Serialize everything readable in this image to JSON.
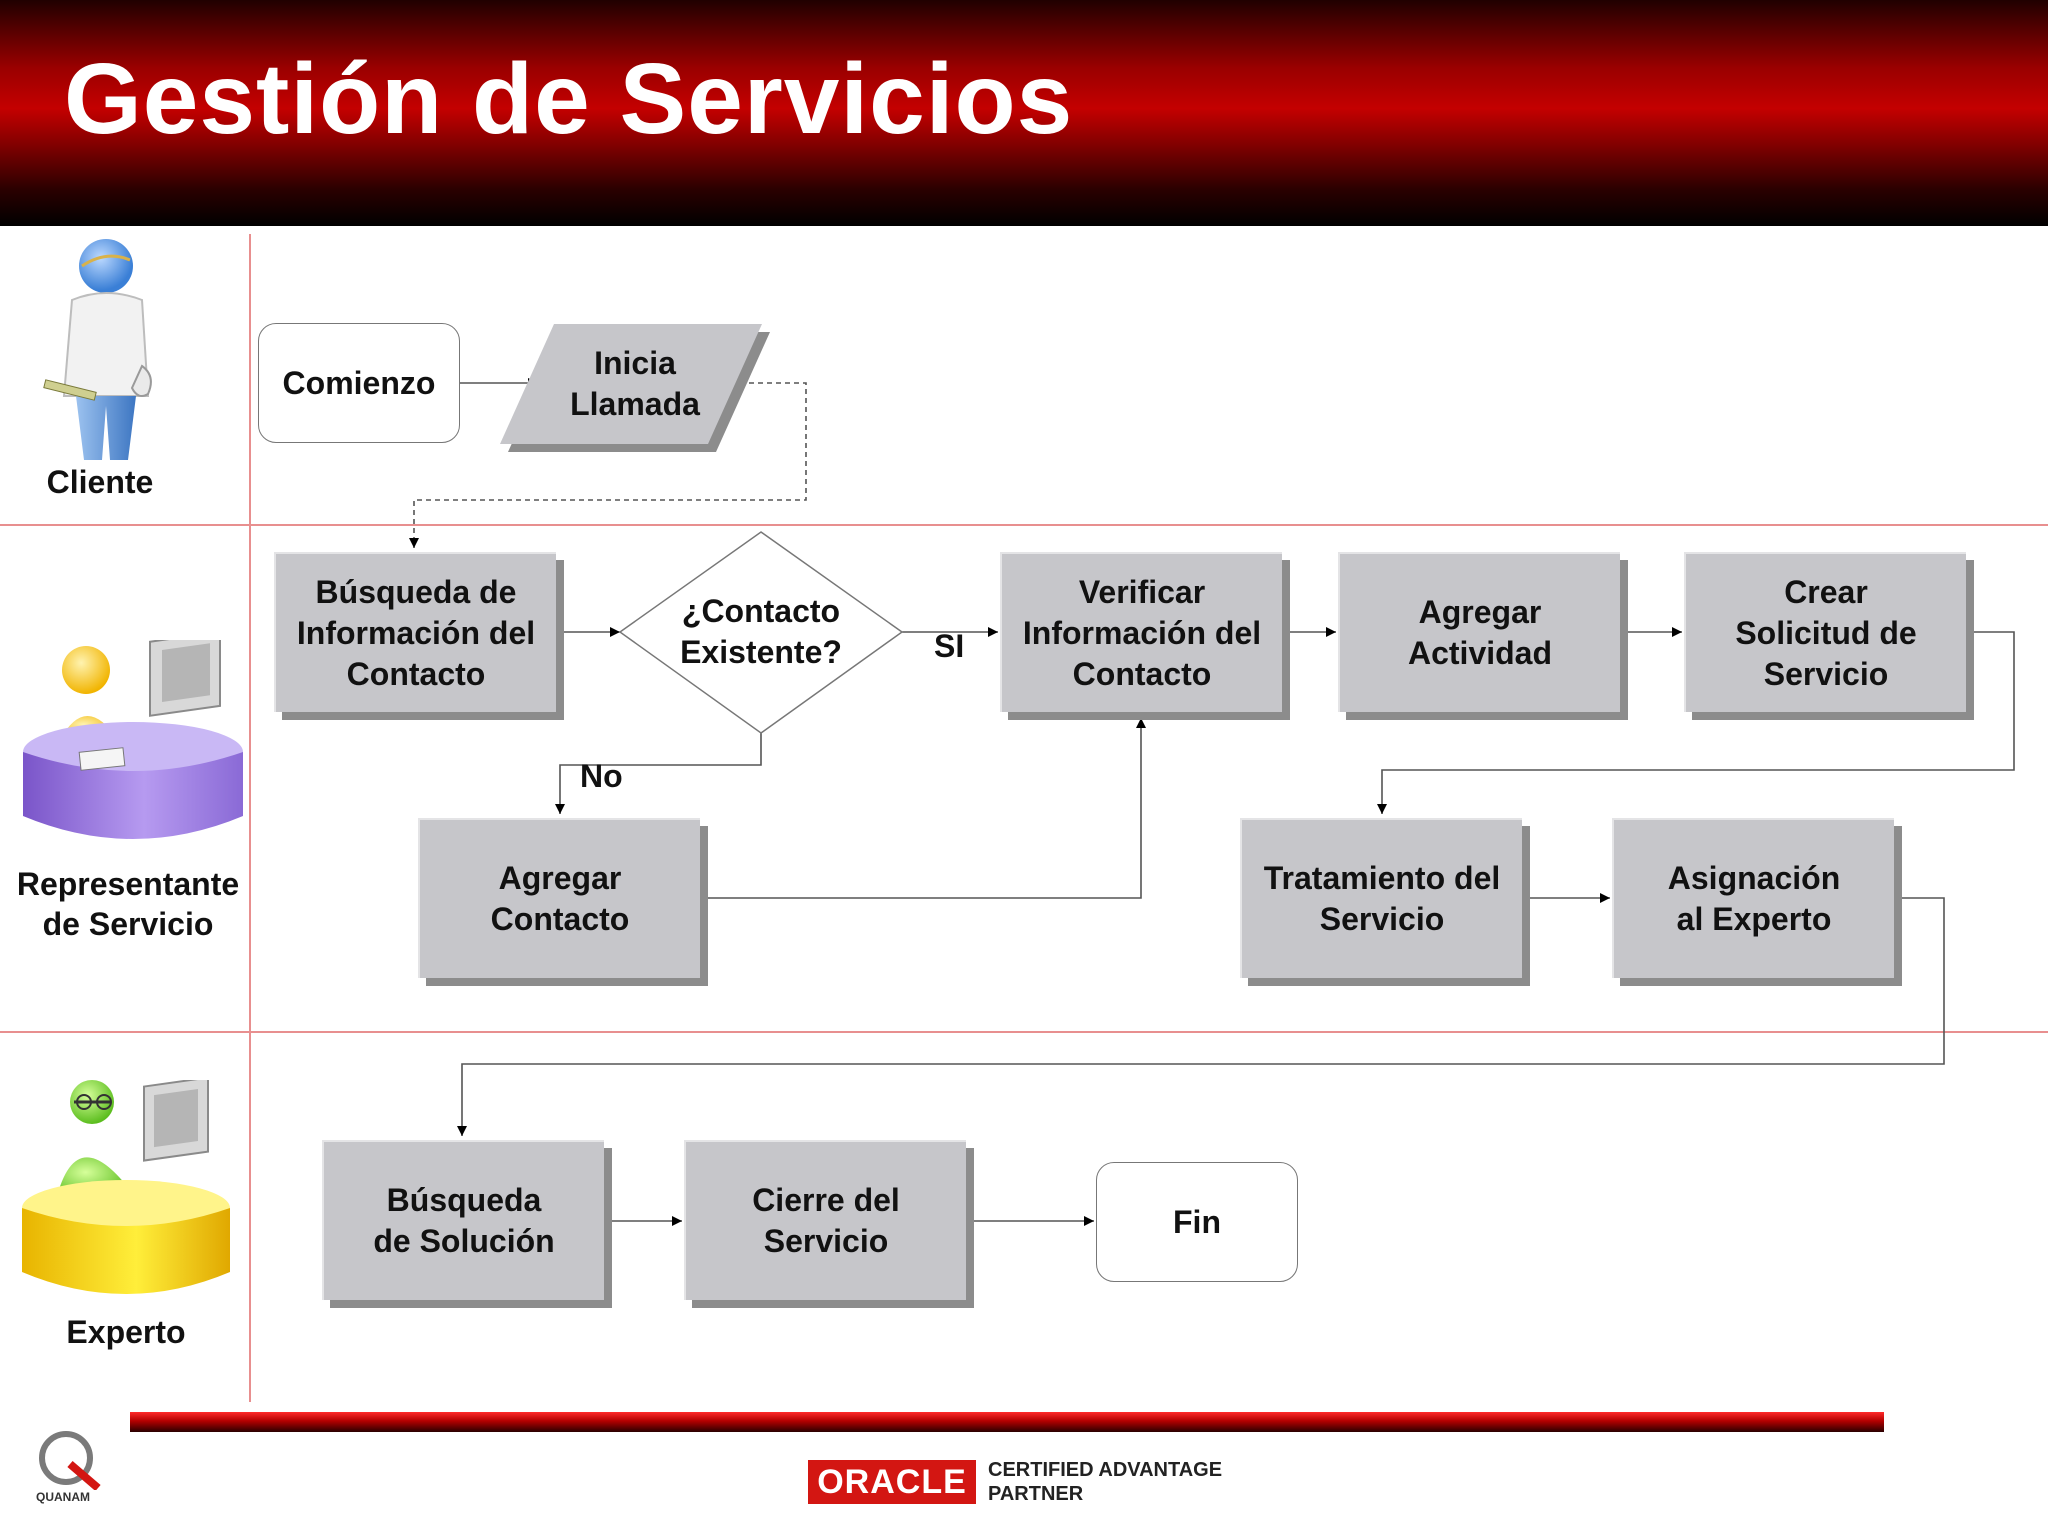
{
  "title": "Gestión de Servicios",
  "lanes": {
    "cliente": "Cliente",
    "representante": "Representante\nde Servicio",
    "experto": "Experto"
  },
  "nodes": {
    "comienzo": "Comienzo",
    "inicia_llamada": "Inicia\nLlamada",
    "busqueda_contacto": "Búsqueda de\nInformación del\nContacto",
    "decision": "¿Contacto\nExistente?",
    "verificar": "Verificar\nInformación del\nContacto",
    "agregar_actividad": "Agregar\nActividad",
    "crear_solicitud": "Crear\nSolicitud de\nServicio",
    "agregar_contacto": "Agregar\nContacto",
    "tratamiento": "Tratamiento del\nServicio",
    "asignacion": "Asignación\nal Experto",
    "busqueda_solucion": "Búsqueda\nde Solución",
    "cierre": "Cierre del\nServicio",
    "fin": "Fin"
  },
  "edge_labels": {
    "si": "SI",
    "no": "No"
  },
  "footer": {
    "oracle_logo": "ORACLE",
    "oracle_tagline": "CERTIFIED ADVANTAGE\nPARTNER",
    "quanam": "QUANAM"
  },
  "colors": {
    "header_red": "#c40000",
    "box_fill": "#c6c6ca",
    "box_shadow": "#8c8c8c",
    "lane_line": "#e88f8f",
    "oracle_red": "#d31612"
  }
}
